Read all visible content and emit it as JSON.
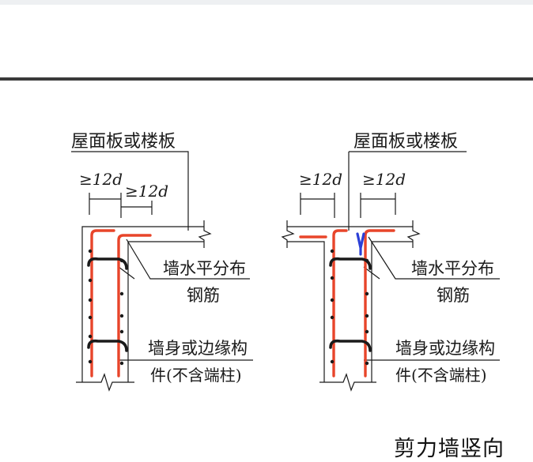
{
  "diagrams": [
    {
      "variant": "edge-corner",
      "slab_label": "屋面板或楼板",
      "dim_left": "≥12d",
      "dim_right": "≥12d",
      "rebar_label_line1": "墙水平分布",
      "rebar_label_line2": "钢筋",
      "wall_label_line1": "墙身或边缘构",
      "wall_label_line2": "件(不含端柱)"
    },
    {
      "variant": "tee-joint",
      "slab_label": "屋面板或楼板",
      "dim_left": "≥12d",
      "dim_right": "≥12d",
      "rebar_label_line1": "墙水平分布",
      "rebar_label_line2": "钢筋",
      "wall_label_line1": "墙身或边缘构",
      "wall_label_line2": "件(不含端柱)"
    }
  ],
  "footer_title": "剪力墙竖向",
  "colors": {
    "rebar": "#e8452a",
    "marker": "#2b3fd6",
    "line": "#1a1a1a",
    "top_bar": "#3a3a3a"
  }
}
